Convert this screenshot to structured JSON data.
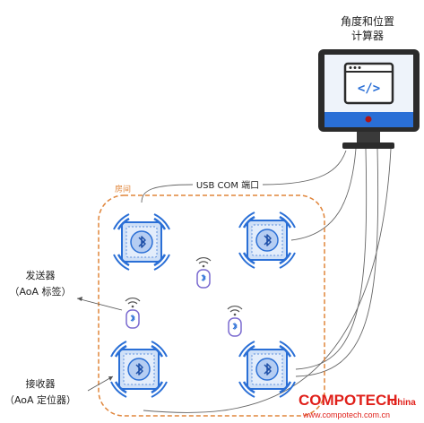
{
  "computer": {
    "title_line1": "角度和位置",
    "title_line2": "计算器",
    "screen_icon": "code-window-icon",
    "code_symbol": "</>"
  },
  "usb_label": "USB COM 端口",
  "room_label": "房间",
  "sender_label": {
    "line1": "发送器",
    "line2": "（AoA 标签）"
  },
  "receiver_label": {
    "line1": "接收器",
    "line2": "（AoA 定位器）"
  },
  "watermark": {
    "brand": "COMPOTECH",
    "suffix": "China",
    "url": "www.compotech.com.cn"
  },
  "colors": {
    "accent_blue": "#2a6fd6",
    "room_border": "#e0853a",
    "monitor_dark": "#2b2b2b",
    "tag_purple": "#7b6bd0",
    "watermark_red": "#e0201a"
  },
  "icons": {
    "locator": "bluetooth-icon",
    "tag": "bluetooth-tag-icon",
    "signal": "wifi-signal-icon"
  }
}
